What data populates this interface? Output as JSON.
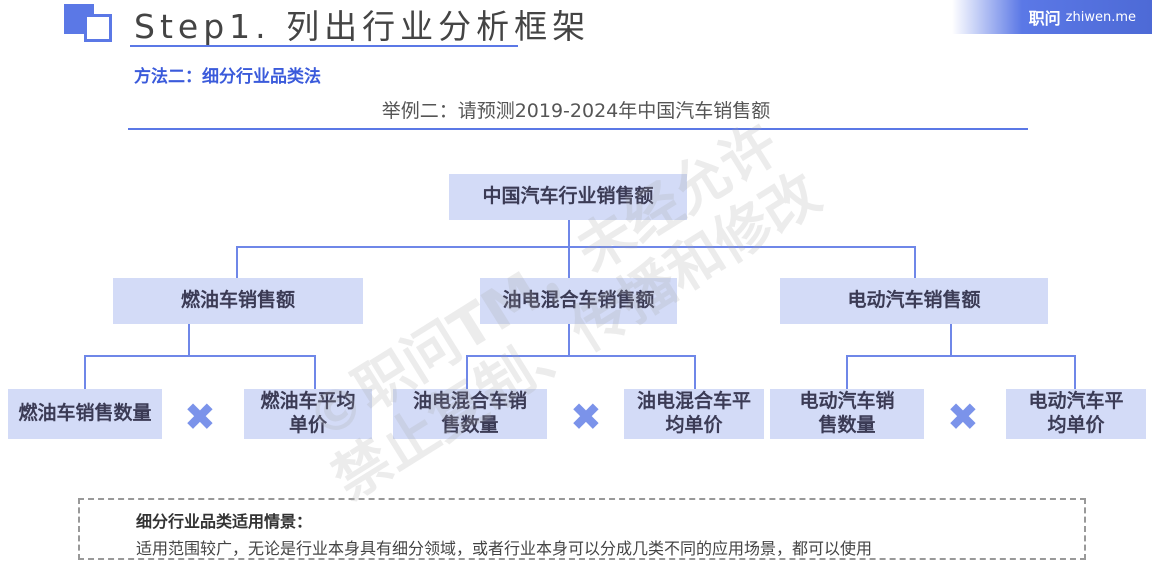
{
  "header": {
    "step_title": "Step1. 列出行业分析框架",
    "brand_name": "职问",
    "brand_url": "zhiwen.me"
  },
  "method_label": "方法二：细分行业品类法",
  "example_text": "举例二：请预测2019-2024年中国汽车销售额",
  "tree": {
    "root": "中国汽车行业销售额",
    "branches": [
      {
        "label": "燃油车销售额",
        "left": "燃油车销售数量",
        "right": "燃油车平均单价"
      },
      {
        "label": "油电混合车销售额",
        "left": "油电混合车销售数量",
        "right": "油电混合车平均单价"
      },
      {
        "label": "电动汽车销售额",
        "left": "电动汽车销售数量",
        "right": "电动汽车平均单价"
      }
    ],
    "operator": "✖"
  },
  "scenario": {
    "title": "细分行业品类适用情景：",
    "description": "适用范围较广，无论是行业本身具有细分领域，或者行业本身可以分成几类不同的应用场景，都可以使用"
  },
  "watermark": "©职问TM，未经允许禁止复制、传播和修改",
  "colors": {
    "accent": "#5b78e6",
    "box_fill": "#d3dbf7",
    "line": "#6f87e8"
  }
}
